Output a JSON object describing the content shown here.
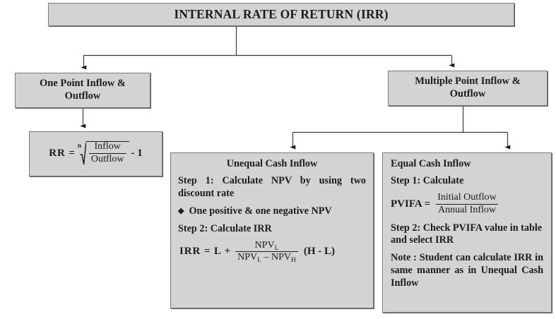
{
  "title": "INTERNAL RATE OF RETURN (IRR)",
  "branches": {
    "one_point": {
      "label_line1": "One Point Inflow &",
      "label_line2": "Outflow",
      "formula": {
        "lhs": "RR =",
        "root_index": "n",
        "numerator": "Inflow",
        "denominator": "Outflow",
        "tail": "- 1"
      }
    },
    "multiple_point": {
      "label_line1": "Multiple Point Inflow &",
      "label_line2": "Outflow"
    }
  },
  "unequal": {
    "heading": "Unequal Cash Inflow",
    "step1": "Step 1: Calculate NPV by using two discount rate",
    "bullet_mark": "◆",
    "bullet": "One positive & one negative NPV",
    "step2": "Step 2: Calculate IRR",
    "formula": {
      "lhs": "IRR = L +",
      "numerator": "NPV",
      "numerator_sub": "L",
      "den_left": "NPV",
      "den_left_sub": "L",
      "den_op": "–",
      "den_right": "NPV",
      "den_right_sub": "H",
      "tail": "(H - L)"
    }
  },
  "equal": {
    "heading": "Equal Cash Inflow",
    "step1": "Step 1: Calculate",
    "formula": {
      "lhs": "PVIFA =",
      "numerator": "Initial Outflow",
      "denominator": "Annual Inflow"
    },
    "step2": "Step 2: Check PVIFA value in table and select IRR",
    "note": "Note : Student can calculate IRR in same manner as in Unequal Cash Inflow"
  },
  "colors": {
    "box_fill": "#d2d3d5",
    "box_border": "#7b7b7b",
    "box_shadow": "#5d5d5d",
    "text": "#1b1b1b",
    "connector": "#3a3a3a",
    "page_bg": "#ffffff"
  }
}
